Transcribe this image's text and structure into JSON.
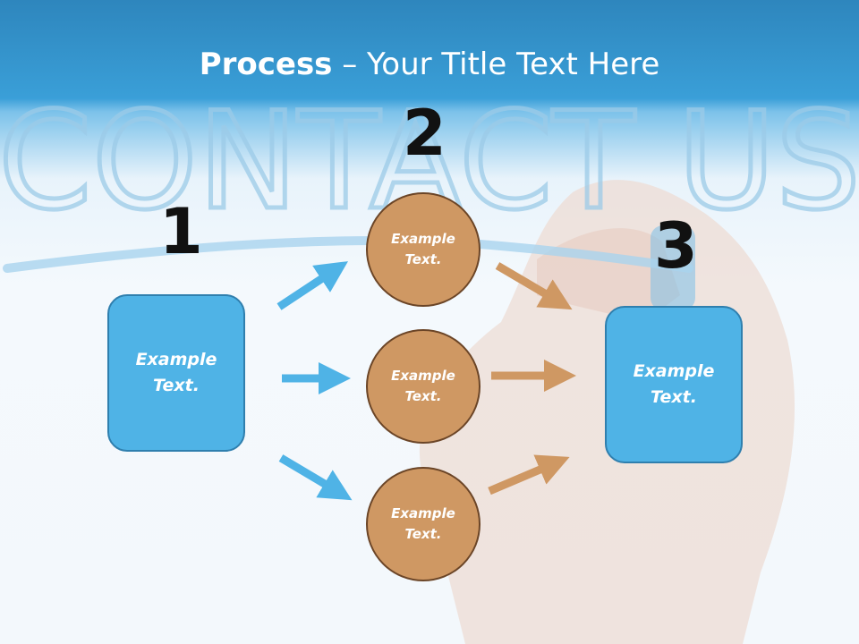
{
  "title": {
    "bold": "Process",
    "rest": " – Your Title Text Here"
  },
  "steps": {
    "one": "1",
    "two": "2",
    "three": "3"
  },
  "left_box": {
    "text": "Example Text."
  },
  "circles": [
    {
      "text": "Example Text."
    },
    {
      "text": "Example Text."
    },
    {
      "text": "Example Text."
    }
  ],
  "right_box": {
    "text": "Example Text."
  },
  "watermark": {
    "text": "CONTACT US"
  },
  "colors": {
    "header": "#2e86bd",
    "box": "#4fb3e6",
    "circle": "#cf9863",
    "blue_arrow": "#4fb3e6",
    "brown_arrow": "#cf9863"
  }
}
